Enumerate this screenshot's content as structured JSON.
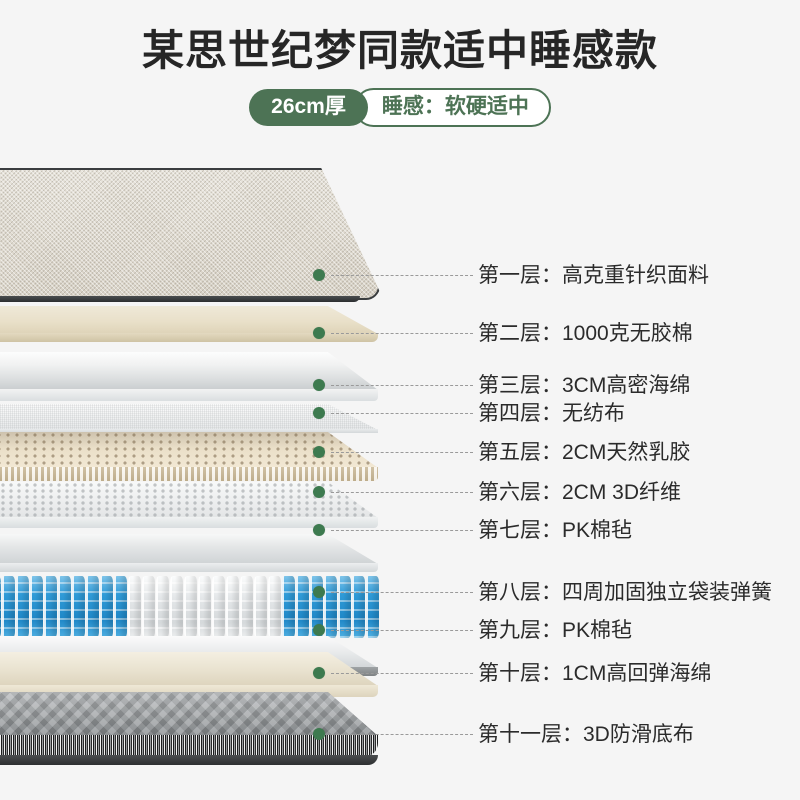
{
  "page": {
    "background_color": "#f5f5f5",
    "accent_green": "#4d7355",
    "dot_green": "#3d7a4f"
  },
  "header": {
    "title": "某思世纪梦同款适中睡感款",
    "badge_solid": "26cm厚",
    "badge_outline": "睡感：软硬适中"
  },
  "layers": [
    {
      "index": 1,
      "label": "第一层：高克重针织面料",
      "name": "high-gsm-knit-fabric"
    },
    {
      "index": 2,
      "label": "第二层：1000克无胶棉",
      "name": "1000g-glue-free-cotton"
    },
    {
      "index": 3,
      "label": "第三层：3CM高密海绵",
      "name": "3cm-high-density-foam"
    },
    {
      "index": 4,
      "label": "第四层：无纺布",
      "name": "non-woven-fabric"
    },
    {
      "index": 5,
      "label": "第五层：2CM天然乳胶",
      "name": "2cm-natural-latex"
    },
    {
      "index": 6,
      "label": "第六层：2CM 3D纤维",
      "name": "2cm-3d-fiber"
    },
    {
      "index": 7,
      "label": "第七层：PK棉毡",
      "name": "pk-cotton-felt-upper"
    },
    {
      "index": 8,
      "label": "第八层：四周加固独立袋装弹簧",
      "name": "reinforced-pocket-springs"
    },
    {
      "index": 9,
      "label": "第九层：PK棉毡",
      "name": "pk-cotton-felt-lower"
    },
    {
      "index": 10,
      "label": "第十层：1CM高回弹海绵",
      "name": "1cm-high-resilience-foam"
    },
    {
      "index": 11,
      "label": "第十一层：3D防滑底布",
      "name": "3d-anti-slip-base-fabric"
    }
  ]
}
